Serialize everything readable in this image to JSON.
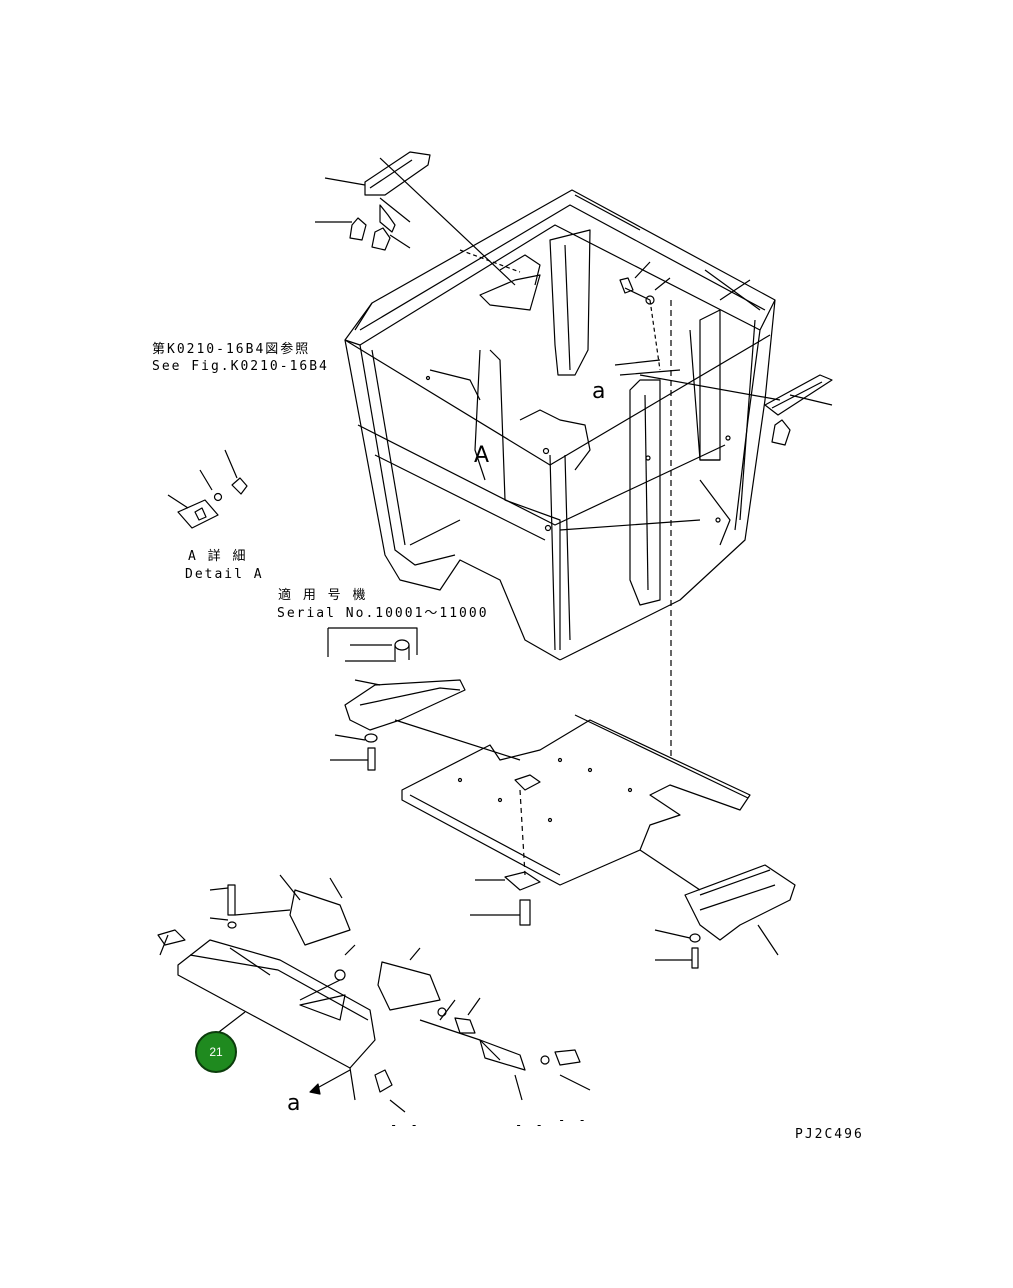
{
  "refs": {
    "fig_ref_jp": "第K0210-16B4図参照",
    "fig_ref_en": "See Fig.K0210-16B4",
    "detail_jp": "A 詳 細",
    "detail_en": "Detail A",
    "serial_jp": "適 用 号 機",
    "serial_en": "Serial No.10001～11000"
  },
  "markers": {
    "a_top": "a",
    "a_bottom": "a",
    "A_big": "A"
  },
  "callout": {
    "number": "21",
    "color": "#1f8a1f"
  },
  "drawing_code": "PJ2C496",
  "dashes": [
    "- -",
    "- -",
    "- -"
  ]
}
